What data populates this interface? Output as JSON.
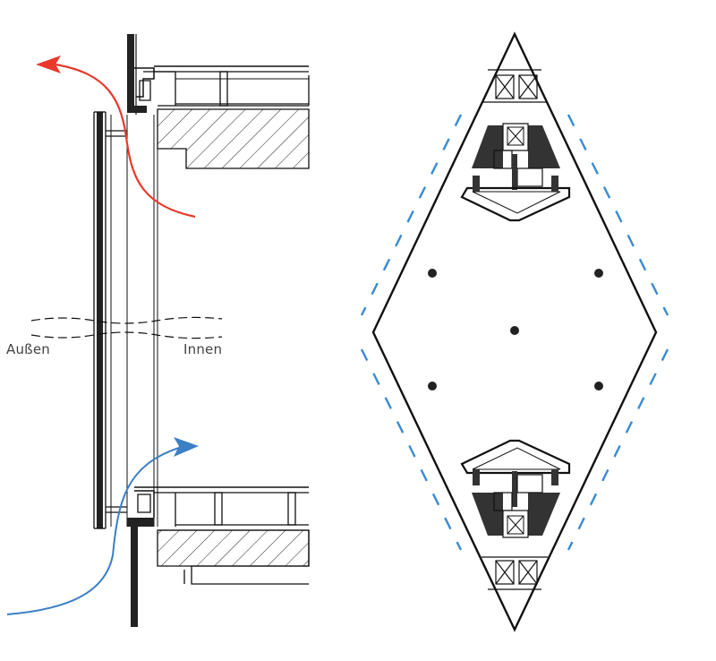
{
  "labels": {
    "outside": "Außen",
    "inside": "Innen"
  },
  "colors": {
    "exhaust_air": "#e8392a",
    "supply_air": "#3b7fc4",
    "outline": "#111111",
    "hatch": "#222222",
    "dark_fill": "#333333",
    "blue_dash": "#3a8bd0"
  },
  "icons": {
    "exhaust_arrow": "red-arrow-left",
    "supply_arrow": "blue-arrow-right"
  }
}
